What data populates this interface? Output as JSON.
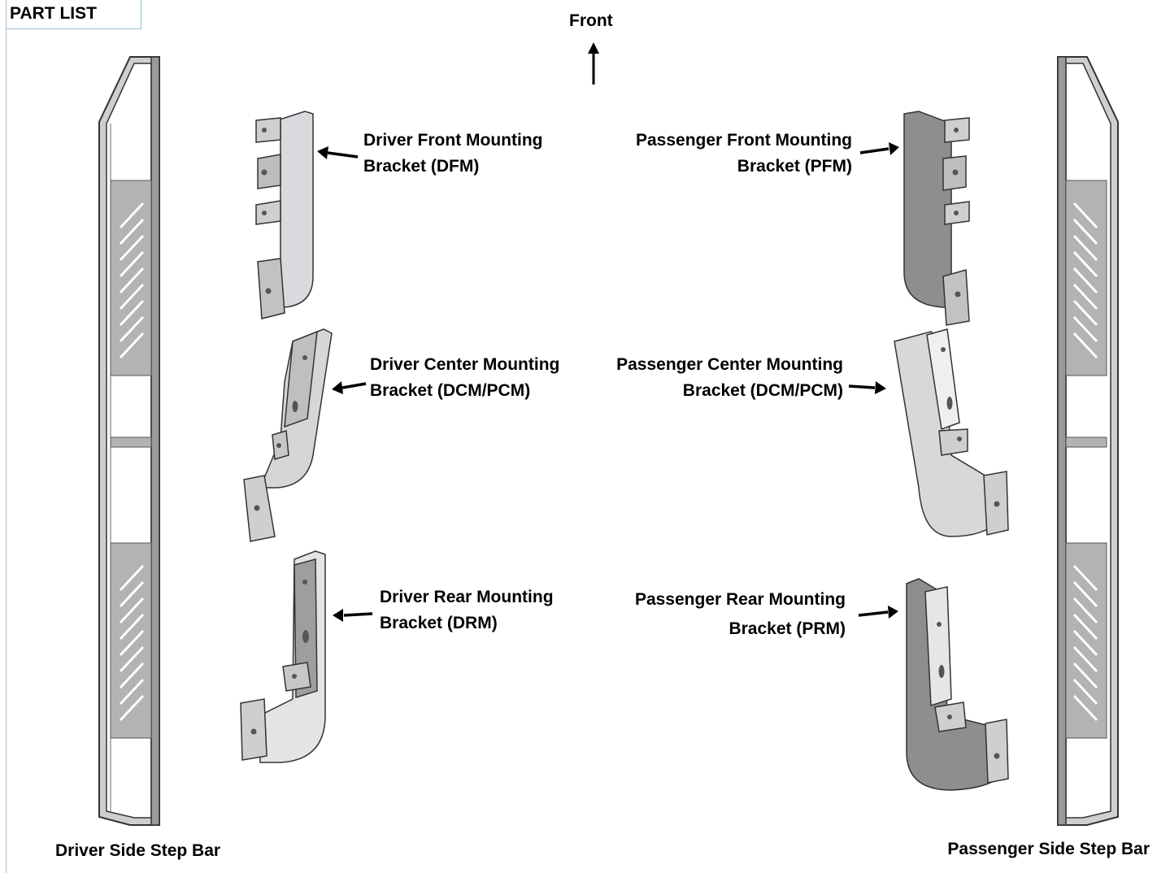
{
  "part_list_label": "PART LIST",
  "front_label": "Front",
  "labels": {
    "dfm_line1": "Driver Front Mounting",
    "dfm_line2": "Bracket (DFM)",
    "pfm_line1": "Passenger Front Mounting",
    "pfm_line2": "Bracket (PFM)",
    "dcm_line1": "Driver Center Mounting",
    "dcm_line2": "Bracket (DCM/PCM)",
    "pcm_line1": "Passenger Center Mounting",
    "pcm_line2": "Bracket (DCM/PCM)",
    "drm_line1": "Driver Rear Mounting",
    "drm_line2": "Bracket (DRM)",
    "prm_line1": "Passenger Rear Mounting",
    "prm_line2": "Bracket (PRM)"
  },
  "driver_step_bar_label": "Driver Side Step Bar",
  "passenger_step_bar_label": "Passenger Side Step Bar",
  "colors": {
    "frame_rule": "#9cc3d8",
    "bar_gray": "#aaaaaa",
    "bracket_light": "#e6e6e6",
    "bracket_dark": "#8c8c8c"
  }
}
